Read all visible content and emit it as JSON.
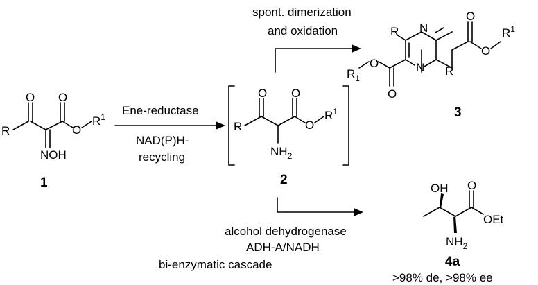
{
  "scheme": {
    "labels": {
      "top_line1": "spont. dimerization",
      "top_line2": "and oxidation",
      "enzyme_line1": "Ene-reductase",
      "cofactor_line1": "NAD(P)H-",
      "cofactor_line2": "recycling",
      "adh_line1": "alcohol dehydrogenase",
      "adh_line2": "ADH-A/NADH",
      "cascade": "bi-enzymatic cascade",
      "selectivity": ">98% de, >98% ee"
    },
    "compounds": {
      "c1": "1",
      "c2": "2",
      "c3": "3",
      "c4a": "4a"
    },
    "atoms": {
      "O": "O",
      "R": "R",
      "N": "N",
      "R1": "R",
      "R1_sup": "1",
      "R1_sub": "1",
      "NOH": "NOH",
      "NH2": "NH",
      "NH2_sub": "2",
      "OH": "OH",
      "OEt": "OEt"
    }
  }
}
